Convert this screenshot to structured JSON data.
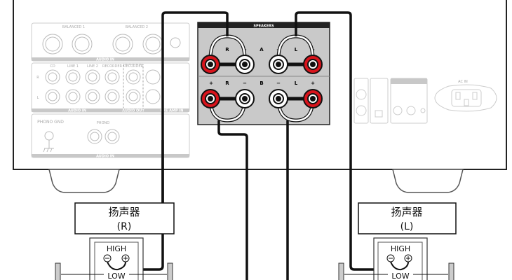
{
  "amplifier": {
    "balanced_1": "BALANCED 1",
    "balanced_2": "BALANCED 2",
    "audio_in": "AUDIO IN",
    "cd": "CD",
    "line_1": "LINE 1",
    "line_2": "LINE 2",
    "recorder_in": "RECORDER",
    "recorder_out": "RECORDER",
    "audio_out": "AUDIO OUT",
    "pre_amp_in": "PRE AMP IN",
    "phono_gnd": "PHONO GND",
    "phono": "PHONO",
    "ac_in": "AC IN",
    "channel_l": "L",
    "channel_r": "R"
  },
  "speakers_panel": {
    "title": "SPEAKERS",
    "row_a": "A",
    "row_b": "B",
    "right": "R",
    "left": "L",
    "plus": "+",
    "minus": "−",
    "colors": {
      "positive": "#d8141c",
      "negative": "#ffffff",
      "panel": "#c9c9c9"
    }
  },
  "speaker_r": {
    "name": "扬声器",
    "channel": "(R)",
    "high": "HIGH",
    "low": "LOW"
  },
  "speaker_l": {
    "name": "扬声器",
    "channel": "(L)",
    "high": "HIGH",
    "low": "LOW"
  }
}
